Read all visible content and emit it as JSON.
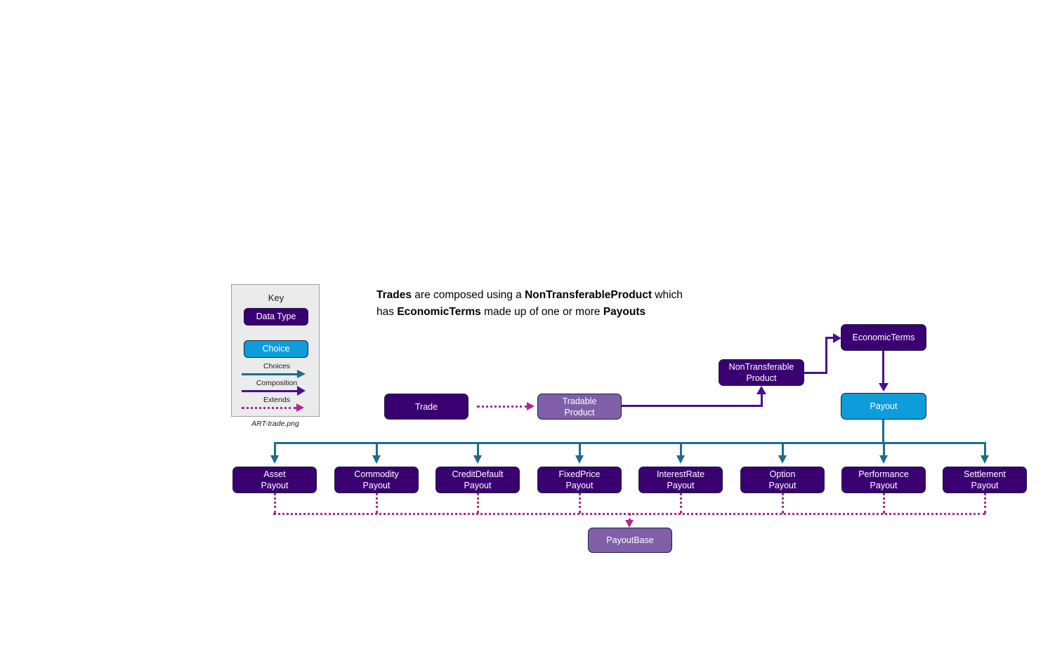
{
  "key_panel": {
    "title": "Key",
    "swatches": [
      {
        "label": "Data Type",
        "color": "#3a0072"
      },
      {
        "label": "Choice",
        "color": "#0d9ddb"
      }
    ],
    "legend_lines": [
      {
        "label": "Choices",
        "color": "#1b6e8c",
        "style": "solid"
      },
      {
        "label": "Composition",
        "color": "#4b0d91",
        "style": "solid"
      },
      {
        "label": "Extends",
        "color": "#b3268f",
        "style": "dotted"
      }
    ],
    "caption": "ART-trade.png"
  },
  "headline": {
    "line1_a": "Trades",
    "line1_b": " are composed using a ",
    "line1_c": "NonTransferableProduct",
    "line1_d": " which",
    "line2_a": "has ",
    "line2_b": "EconomicTerms",
    "line2_c": " made up of one or more ",
    "line2_d": "Payouts"
  },
  "nodes": {
    "trade": "Trade",
    "tradable_product": "Tradable\nProduct",
    "non_transferable_product": "NonTransferable\nProduct",
    "economic_terms": "EconomicTerms",
    "payout": "Payout",
    "payout_base": "PayoutBase"
  },
  "payout_choices": [
    "Asset\nPayout",
    "Commodity\nPayout",
    "CreditDefault\nPayout",
    "FixedPrice\nPayout",
    "InterestRate\nPayout",
    "Option\nPayout",
    "Performance\nPayout",
    "Settlement\nPayout"
  ],
  "colors": {
    "data_type": "#3a0072",
    "choice": "#0d9ddb",
    "base": "#7f5fa8",
    "composition": "#4b0d91",
    "choices": "#1b6e8c",
    "extends": "#b3268f",
    "panel_bg": "#ebebeb"
  }
}
